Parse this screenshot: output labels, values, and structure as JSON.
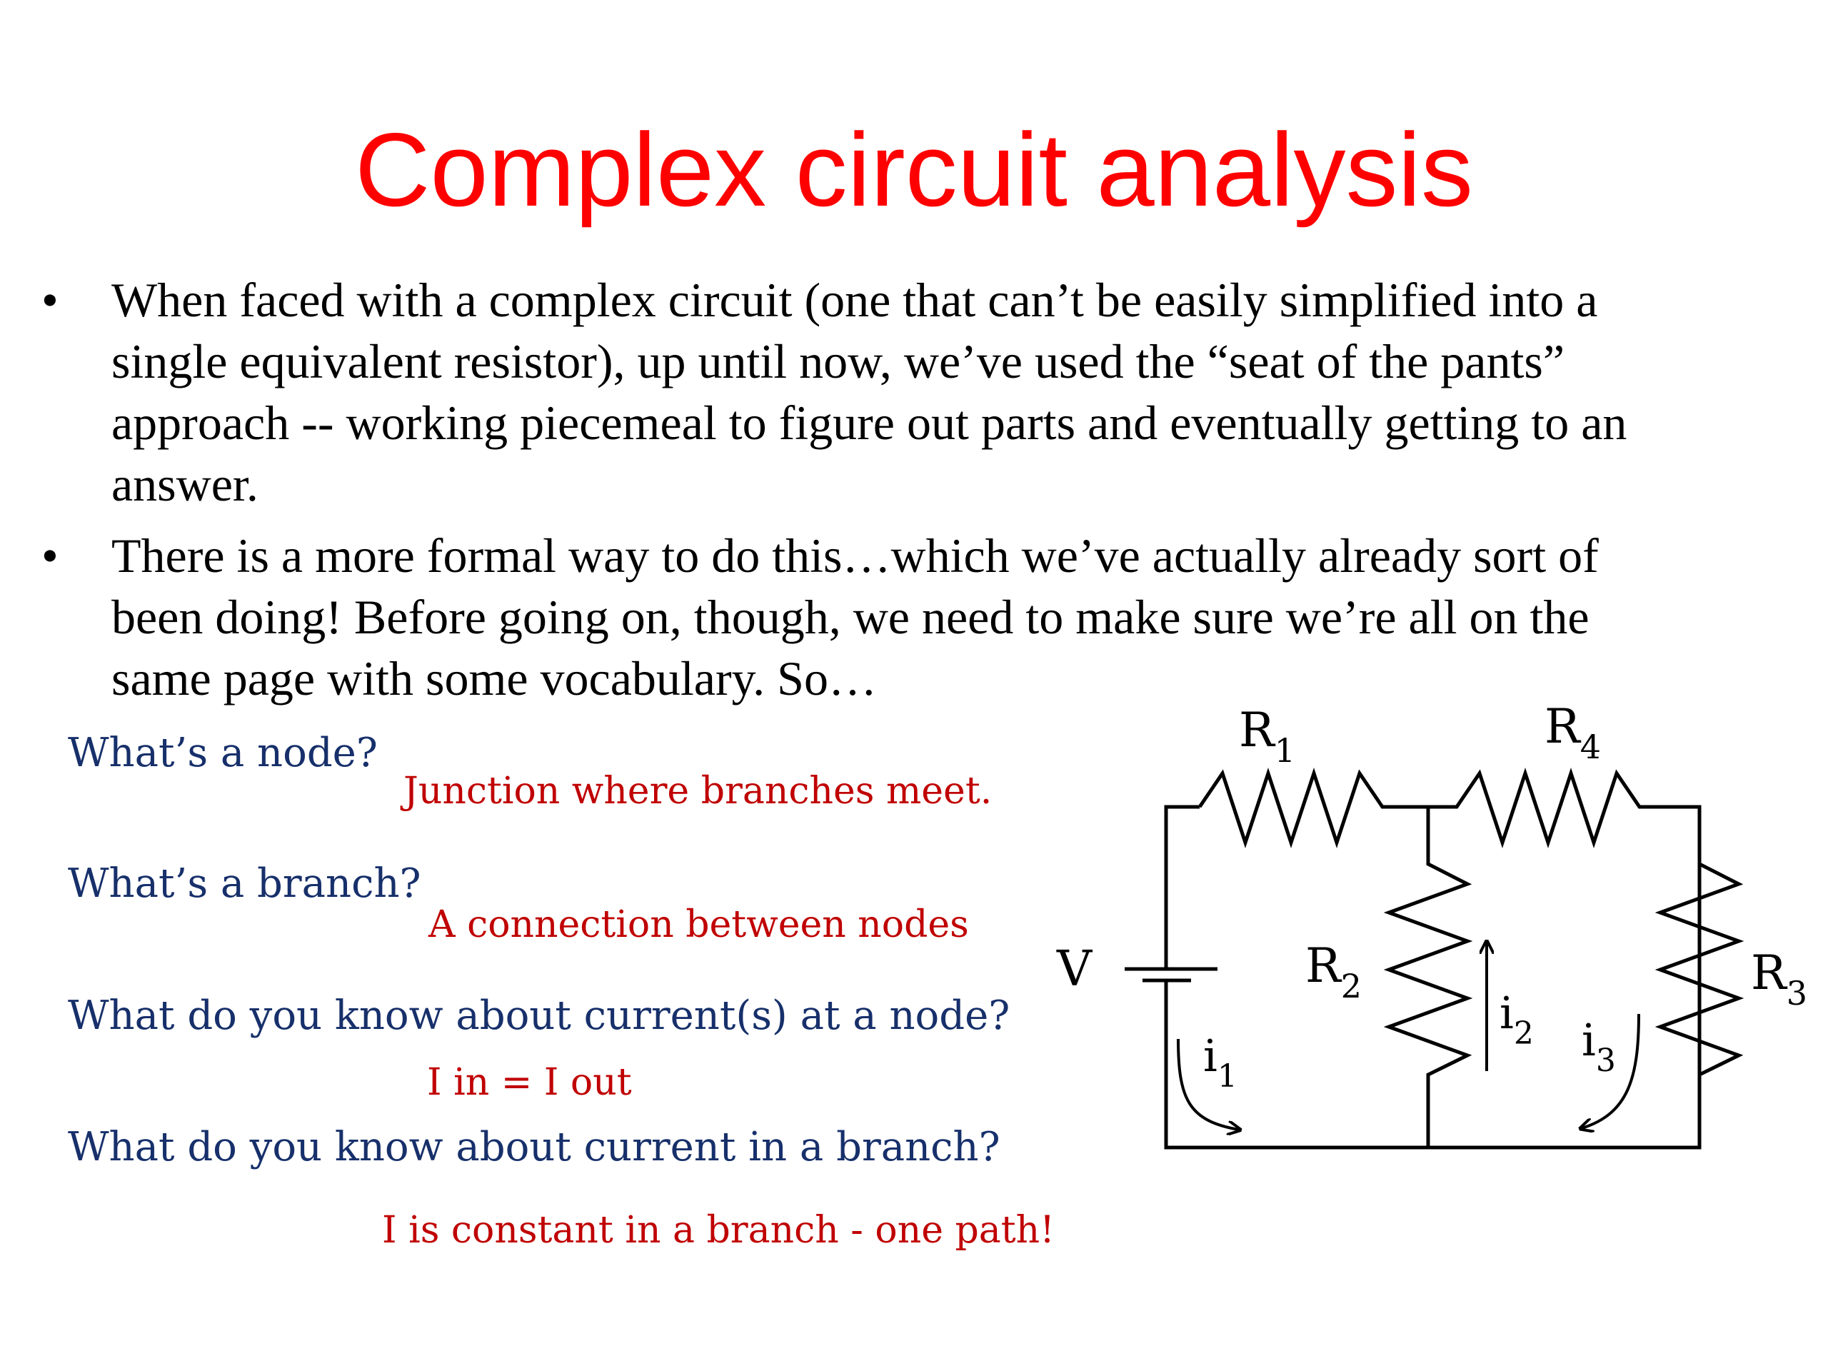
{
  "title": "Complex circuit analysis",
  "bullets": [
    {
      "symbol": "•",
      "lines": [
        "When faced with a complex circuit (one that can’t be easily simplified into a",
        "single equivalent resistor), up until now, we’ve used the “seat of the pants”",
        "approach -- working piecemeal to figure out parts and eventually getting to an",
        "answer."
      ]
    },
    {
      "symbol": "•",
      "lines": [
        "There is a more formal way to do this…which we’ve actually already sort of",
        "been doing! Before going on, though, we need to make sure we’re all on the",
        "same page with some vocabulary. So…"
      ]
    }
  ],
  "qa": [
    {
      "question": "What’s a node?",
      "answer": "Junction where branches meet."
    },
    {
      "question": "What’s a branch?",
      "answer": "A connection between nodes"
    },
    {
      "question": "What do you know about current(s) at a node?",
      "answer": "I in = I out"
    },
    {
      "question": "What do you know about current in a branch?",
      "answer": "I is constant in a branch - one path!"
    }
  ],
  "circuit": {
    "source": "V",
    "resistors": [
      {
        "symbol": "R",
        "sub": "1"
      },
      {
        "symbol": "R",
        "sub": "4"
      },
      {
        "symbol": "R",
        "sub": "2"
      },
      {
        "symbol": "R",
        "sub": "3"
      }
    ],
    "currents": [
      {
        "symbol": "i",
        "sub": "1"
      },
      {
        "symbol": "i",
        "sub": "2"
      },
      {
        "symbol": "i",
        "sub": "3"
      }
    ]
  }
}
